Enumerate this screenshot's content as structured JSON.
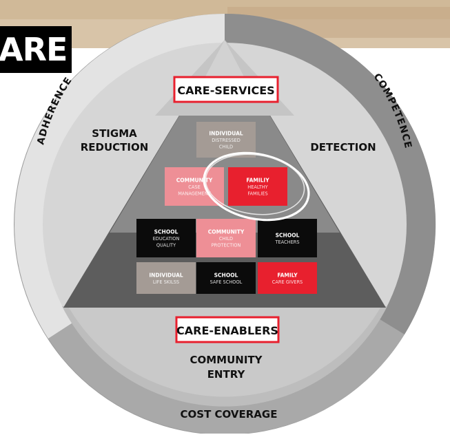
{
  "banner": {
    "title": "ARE"
  },
  "ring": {
    "adherence": "ADHERENCE",
    "competence": "COMPETENCE",
    "cost_coverage": "COST COVERAGE"
  },
  "inner_labels": {
    "stigma_line1": "STIGMA",
    "stigma_line2": "REDUCTION",
    "detection": "DETECTION",
    "community_line1": "COMMUNITY",
    "community_line2": "ENTRY"
  },
  "care_services": "CARE-SERVICES",
  "care_enablers": "CARE-ENABLERS",
  "boxes": [
    {
      "head": "INDIVIDUAL",
      "sub1": "DISTRESSED",
      "sub2": "CHILD",
      "color": "#a49b95"
    },
    {
      "head": "COMMUNITY",
      "sub1": "CASE",
      "sub2": "MANAGEMENT",
      "color": "#ee8f96"
    },
    {
      "head": "FAMILIY",
      "sub1": "HEALTHY",
      "sub2": "FAMILIES",
      "color": "#e8202e"
    },
    {
      "head": "SCHOOL",
      "sub1": "EDUCATION",
      "sub2": "QUALITY",
      "color": "#0b0b0b"
    },
    {
      "head": "COMMUNITY",
      "sub1": "CHILD",
      "sub2": "PROTECTION",
      "color": "#ee8f96"
    },
    {
      "head": "SCHOOL",
      "sub1": "TEACHERS",
      "sub2": "",
      "color": "#0b0b0b"
    },
    {
      "head": "INDIVIDUAL",
      "sub1": "LIFE SKILSS",
      "sub2": "",
      "color": "#a49b95"
    },
    {
      "head": "SCHOOL",
      "sub1": "SAFE SCHOOL",
      "sub2": "",
      "color": "#0b0b0b"
    },
    {
      "head": "FAMILY",
      "sub1": "CARE GIVERS",
      "sub2": "",
      "color": "#e8202e"
    }
  ],
  "colors": {
    "ring_light": "#e2e2e2",
    "ring_dark": "#8f8f8f",
    "disc": "#d4d4d4",
    "triangle_top": "#c4c4c4",
    "triangle_mid": "#868686",
    "triangle_bottom": "#5c5c5c",
    "accent_red": "#e8202e",
    "pink": "#ee8f96"
  }
}
